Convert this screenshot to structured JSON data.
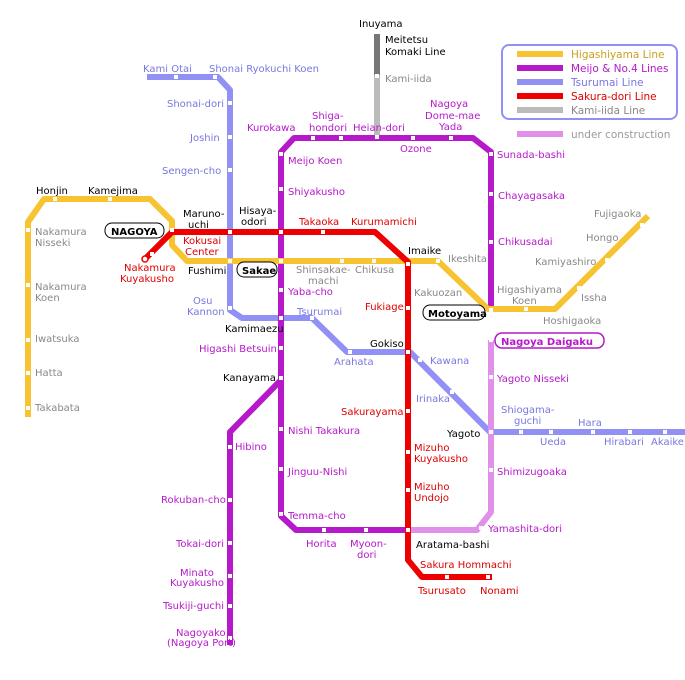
{
  "legend": {
    "higashiyama": "Higashiyama Line",
    "meijo": "Meijo & No.4 Lines",
    "tsurumai": "Tsurumai Line",
    "sakura": "Sakura-dori Line",
    "kamiiida": "Kami-iida Line",
    "construction": "under construction"
  },
  "colors": {
    "higashiyama": "#f7c330",
    "meijo": "#b519c9",
    "tsurumai": "#9090f5",
    "sakura": "#ee0000",
    "kamiiida": "#bbbbbb",
    "meitetsu": "#777777",
    "construction": "#e090e8"
  },
  "stations": {
    "inuyama": "Inuyama",
    "meitetsu1": "Meitetsu",
    "meitetsu2": "Komaki Line",
    "kamiiida": "Kami-iida",
    "heiando": "Heian-dori",
    "ozone": "Ozone",
    "shiga1": "Shiga-",
    "shiga2": "hondori",
    "kurokawa": "Kurokawa",
    "domeya1": "Nagoya",
    "domeya2": "Dome-mae",
    "domeya3": "Yada",
    "sunadabashi": "Sunada-bashi",
    "chayagasaka": "Chayagasaka",
    "chikusadai": "Chikusadai",
    "meijokoen": "Meijo Koen",
    "shiyakusho": "Shiyakusho",
    "kamiotai": "Kami Otai",
    "shonairyokuchi": "Shonai Ryokuchi Koen",
    "shonaidori": "Shonai-dori",
    "joshin": "Joshin",
    "sengencho": "Sengen-cho",
    "honjin": "Honjin",
    "kamejima": "Kamejima",
    "nakamuranisseki1": "Nakamura",
    "nakamuranisseki2": "Nisseki",
    "nakamurakoen1": "Nakamura",
    "nakamurakoen2": "Koen",
    "iwatsuka": "Iwatsuka",
    "hatta": "Hatta",
    "takabata": "Takabata",
    "nagoya": "NAGOYA",
    "marunouchi1": "Maruno-",
    "marunouchi2": "uchi",
    "hisaya1": "Hisaya-",
    "hisaya2": "odori",
    "takaoka": "Takaoka",
    "kurumamichi": "Kurumamichi",
    "kokusai1": "Kokusai",
    "kokusai2": "Center",
    "nakamurakuyakusho1": "Nakamura",
    "nakamurakuyakusho2": "Kuyakusho",
    "fushimi": "Fushimi",
    "sakae": "Sakae",
    "shinsakae1": "Shinsakae-",
    "shinsakae2": "machi",
    "chikusa": "Chikusa",
    "imaike": "Imaike",
    "ikeshita": "Ikeshita",
    "kakuozan": "Kakuozan",
    "motoyama": "Motoyama",
    "higashiyamakoen1": "Higashiyama",
    "higashiyamakoen2": "Koen",
    "hoshigaoka": "Hoshigaoka",
    "issha": "Issha",
    "kamiyashiro": "Kamiyashiro",
    "hongo": "Hongo",
    "fujigaoka": "Fujigaoka",
    "yabacho": "Yaba-cho",
    "osukannon1": "Osu",
    "osukannon2": "Kannon",
    "kamimaezu": "Kamimaezu",
    "tsurumai": "Tsurumai",
    "fukiage": "Fukiage",
    "higashibetsuin": "Higashi Betsuin",
    "gokiso": "Gokiso",
    "arahata": "Arahata",
    "kawana": "Kawana",
    "nagoyadaigaku": "Nagoya Daigaku",
    "kanayama": "Kanayama",
    "irinaka": "Irinaka",
    "yagotonisseki": "Yagoto Nisseki",
    "sakurayama": "Sakurayama",
    "shiogama1": "Shiogama-",
    "shiogama2": "guchi",
    "hara": "Hara",
    "yagoto": "Yagoto",
    "ueda": "Ueda",
    "hirabari": "Hirabari",
    "akaike": "Akaike",
    "nishitakakura": "Nishi Takakura",
    "hibino": "Hibino",
    "mizuhokuyakusho1": "Mizuho",
    "mizuhokuyakusho2": "Kuyakusho",
    "jinguunishi": "Jinguu-Nishi",
    "shimizugoaka": "Shimizugoaka",
    "mizuhoundojo1": "Mizuho",
    "mizuhoundojo2": "Undojo",
    "rokubancho": "Rokuban-cho",
    "temmacho": "Temma-cho",
    "yamashitadori": "Yamashita-dori",
    "tokaidori": "Tokai-dori",
    "horita": "Horita",
    "myoon1": "Myoon-",
    "myoon2": "dori",
    "aratamabashi": "Aratama-bashi",
    "minatokuyakusho1": "Minato",
    "minatokuyakusho2": "Kuyakusho",
    "sakurahommachi": "Sakura Hommachi",
    "tsurusato": "Tsurusato",
    "nonami": "Nonami",
    "tsukijiguchi": "Tsukiji-guchi",
    "nagoyako": "Nagoyako",
    "nagoyaport": "(Nagoya Port)"
  }
}
